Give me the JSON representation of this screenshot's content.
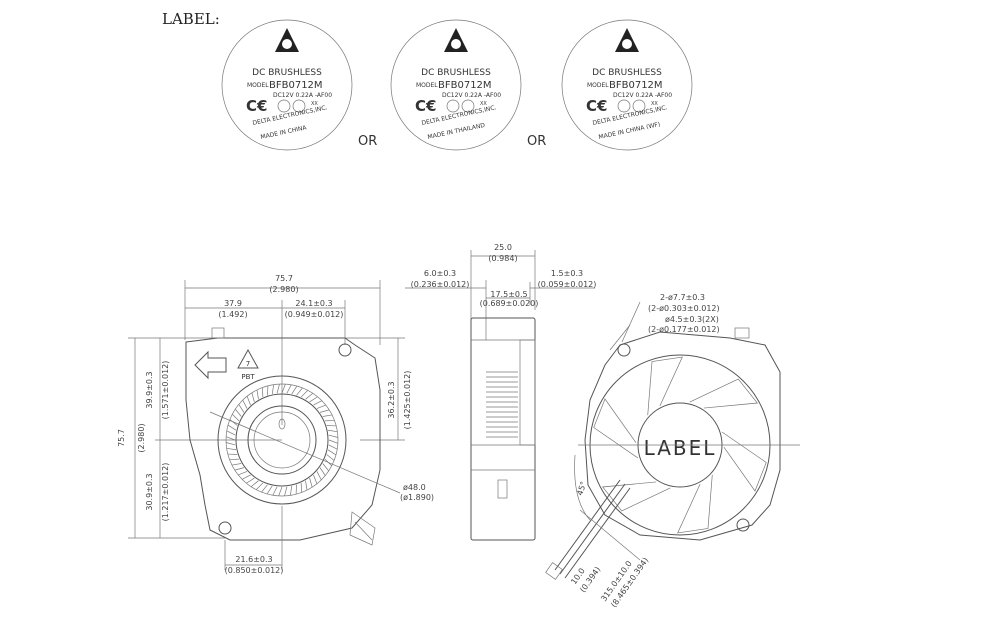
{
  "header": {
    "title": "LABEL:"
  },
  "labels": [
    {
      "line1": "DC  BRUSHLESS",
      "model_caption": "MODEL",
      "model": "BFB0712M",
      "rating": "DC12V  0.22A  -AF00",
      "xx": "XX",
      "maker": "DELTA ELECTRONICS,INC.",
      "origin": "MADE  IN  CHINA"
    },
    {
      "line1": "DC  BRUSHLESS",
      "model_caption": "MODEL",
      "model": "BFB0712M",
      "rating": "DC12V  0.22A  -AF00",
      "xx": "XX",
      "maker": "DELTA ELECTRONICS,INC.",
      "origin": "MADE  IN  THAILAND"
    },
    {
      "line1": "DC  BRUSHLESS",
      "model_caption": "MODEL",
      "model": "BFB0712M",
      "rating": "DC12V  0.22A  -AF00",
      "xx": "XX",
      "maker": "DELTA ELECTRONICS,INC.",
      "origin": "MADE  IN  CHINA  (WF)"
    }
  ],
  "separators": [
    "OR",
    "OR"
  ],
  "front": {
    "width_top": "75.7",
    "width_top_in": "(2.980)",
    "dim_a": "37.9",
    "dim_a_in": "(1.492)",
    "dim_b": "24.1±0.3",
    "dim_b_in": "(0.949±0.012)",
    "height_left": "75.7",
    "height_left_in": "(2.980)",
    "upper": "39.9±0.3",
    "upper_in": "(1.571±0.012)",
    "lower": "30.9±0.3",
    "lower_in": "(1.217±0.012)",
    "right": "36.2±0.3",
    "right_in": "(1.425±0.012)",
    "hub": "ø48.0",
    "hub_in": "(ø1.890)",
    "bottom": "21.6±0.3",
    "bottom_in": "(0.850±0.012)",
    "recycle_num": "7",
    "recycle_mat": "PBT"
  },
  "side": {
    "width": "25.0",
    "width_in": "(0.984)",
    "left": "6.0±0.3",
    "left_in": "(0.236±0.012)",
    "right": "1.5±0.3",
    "right_in": "(0.059±0.012)",
    "mid": "17.5±0.5",
    "mid_in": "(0.689±0.020)"
  },
  "back": {
    "hole1": "2-ø7.7±0.3",
    "hole1_in": "(2-ø0.303±0.012)",
    "hole2": "ø4.5±0.3(2X)",
    "hole2_in": "(2-ø0.177±0.012)",
    "label": "LABEL",
    "angle": "45°",
    "lead1": "10.0",
    "lead1_in": "(0.394)",
    "lead2": "315.0±10.0",
    "lead2_in": "(8.465±0.394)"
  }
}
